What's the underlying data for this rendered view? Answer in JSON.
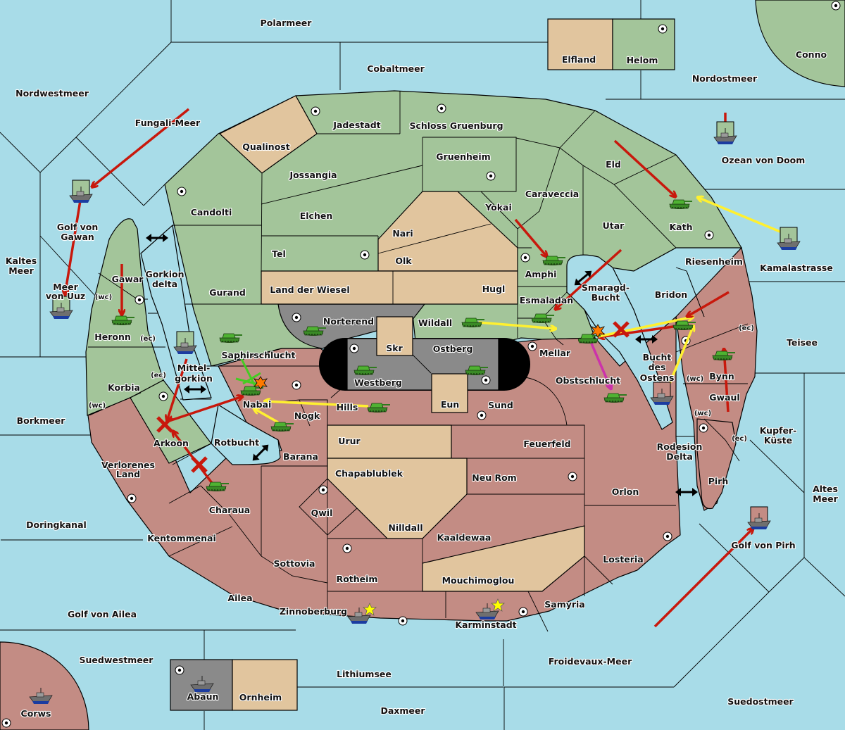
{
  "colors": {
    "sea": "#a8dce8",
    "power_green": "#a3c59a",
    "power_red": "#c38c84",
    "power_grey": "#8a8a8a",
    "neutral": "#e1c59e",
    "impassable": "#000000",
    "order_red": "#c8180c",
    "order_yellow": "#fff030",
    "order_green": "#44cc22",
    "order_magenta": "#cc33aa",
    "supply_center": "#ffffff",
    "star": "#ffff00"
  },
  "sea_labels": [
    {
      "id": "polarmeer",
      "text": "Polarmeer"
    },
    {
      "id": "cobaltmeer",
      "text": "Cobaltmeer"
    },
    {
      "id": "nordwestmeer",
      "text": "Nordwestmeer"
    },
    {
      "id": "fungali-meer",
      "text": "Fungali-Meer"
    },
    {
      "id": "nordostmeer",
      "text": "Nordostmeer"
    },
    {
      "id": "ozean-von-doom",
      "text": "Ozean von Doom"
    },
    {
      "id": "golf-von-gawan-1",
      "text": "Golf von"
    },
    {
      "id": "golf-von-gawan-2",
      "text": "Gawan"
    },
    {
      "id": "kaltes-meer-1",
      "text": "Kaltes"
    },
    {
      "id": "kaltes-meer-2",
      "text": "Meer"
    },
    {
      "id": "meer-von-uuz-1",
      "text": "Meer"
    },
    {
      "id": "meer-von-uuz-2",
      "text": "von Uuz"
    },
    {
      "id": "gorkion-delta-1",
      "text": "Gorkion"
    },
    {
      "id": "gorkion-delta-2",
      "text": "delta"
    },
    {
      "id": "mittelgorkion-1",
      "text": "Mittel-"
    },
    {
      "id": "mittelgorkion-2",
      "text": "gorkion"
    },
    {
      "id": "borkmeer",
      "text": "Borkmeer"
    },
    {
      "id": "rotbucht",
      "text": "Rotbucht"
    },
    {
      "id": "doringkanal",
      "text": "Doringkanal"
    },
    {
      "id": "golf-von-ailea",
      "text": "Golf von Ailea"
    },
    {
      "id": "suedwestmeer",
      "text": "Suedwestmeer"
    },
    {
      "id": "lithiumsee",
      "text": "Lithiumsee"
    },
    {
      "id": "daxmeer",
      "text": "Daxmeer"
    },
    {
      "id": "froidevaux-meer",
      "text": "Froidevaux-Meer"
    },
    {
      "id": "suedostmeer",
      "text": "Suedostmeer"
    },
    {
      "id": "golf-von-pirh",
      "text": "Golf von Pirh"
    },
    {
      "id": "altes-meer-1",
      "text": "Altes"
    },
    {
      "id": "altes-meer-2",
      "text": "Meer"
    },
    {
      "id": "kupfer-kueste-1",
      "text": "Kupfer-"
    },
    {
      "id": "kupfer-kueste-2",
      "text": "Küste"
    },
    {
      "id": "teisee",
      "text": "Teisee"
    },
    {
      "id": "kamalastrasse",
      "text": "Kamalastrasse"
    },
    {
      "id": "rodesion-delta-1",
      "text": "Rodesion"
    },
    {
      "id": "rodesion-delta-2",
      "text": "Delta"
    },
    {
      "id": "bucht-des-ostens-1",
      "text": "Bucht"
    },
    {
      "id": "bucht-des-ostens-2",
      "text": "des"
    },
    {
      "id": "bucht-des-ostens-3",
      "text": "Ostens"
    },
    {
      "id": "smaragd-bucht-1",
      "text": "Smaragd-"
    },
    {
      "id": "smaragd-bucht-2",
      "text": "Bucht"
    }
  ],
  "land_labels": [
    {
      "id": "elfland",
      "text": "Elfland"
    },
    {
      "id": "helom",
      "text": "Helom"
    },
    {
      "id": "conno",
      "text": "Conno"
    },
    {
      "id": "jadestadt",
      "text": "Jadestadt"
    },
    {
      "id": "schloss-gruenburg",
      "text": "Schloss Gruenburg"
    },
    {
      "id": "qualinost",
      "text": "Qualinost"
    },
    {
      "id": "gruenheim",
      "text": "Gruenheim"
    },
    {
      "id": "eld",
      "text": "Eld"
    },
    {
      "id": "jossangia",
      "text": "Jossangia"
    },
    {
      "id": "caraveccia",
      "text": "Caraveccia"
    },
    {
      "id": "candolti",
      "text": "Candolti"
    },
    {
      "id": "elchen",
      "text": "Elchen"
    },
    {
      "id": "yokai",
      "text": "Yokai"
    },
    {
      "id": "utar",
      "text": "Utar"
    },
    {
      "id": "kath",
      "text": "Kath"
    },
    {
      "id": "nari",
      "text": "Nari"
    },
    {
      "id": "tel",
      "text": "Tel"
    },
    {
      "id": "olk",
      "text": "Olk"
    },
    {
      "id": "amphi",
      "text": "Amphi"
    },
    {
      "id": "riesenheim",
      "text": "Riesenheim"
    },
    {
      "id": "gawar",
      "text": "Gawar"
    },
    {
      "id": "gurand",
      "text": "Gurand"
    },
    {
      "id": "land-der-wiesel",
      "text": "Land der Wiesel"
    },
    {
      "id": "hugl",
      "text": "Hugl"
    },
    {
      "id": "bridon",
      "text": "Bridon"
    },
    {
      "id": "esmaladan",
      "text": "Esmaladan"
    },
    {
      "id": "norterend",
      "text": "Norterend"
    },
    {
      "id": "wildall",
      "text": "Wildall"
    },
    {
      "id": "heronn",
      "text": "Heronn"
    },
    {
      "id": "skr",
      "text": "Skr"
    },
    {
      "id": "ostberg",
      "text": "Ostberg"
    },
    {
      "id": "mellar",
      "text": "Mellar"
    },
    {
      "id": "saphirschlucht",
      "text": "Saphirschlucht"
    },
    {
      "id": "westberg",
      "text": "Westberg"
    },
    {
      "id": "obstschlucht",
      "text": "Obstschlucht"
    },
    {
      "id": "korbia",
      "text": "Korbia"
    },
    {
      "id": "nabai",
      "text": "Nabai"
    },
    {
      "id": "bynn",
      "text": "Bynn"
    },
    {
      "id": "eun",
      "text": "Eun"
    },
    {
      "id": "hills",
      "text": "Hills"
    },
    {
      "id": "sund",
      "text": "Sund"
    },
    {
      "id": "gwaul",
      "text": "Gwaul"
    },
    {
      "id": "nogk",
      "text": "Nogk"
    },
    {
      "id": "arkoon",
      "text": "Arkoon"
    },
    {
      "id": "urur",
      "text": "Urur"
    },
    {
      "id": "feuerfeld",
      "text": "Feuerfeld"
    },
    {
      "id": "barana",
      "text": "Barana"
    },
    {
      "id": "verlorenes-land-1",
      "text": "Verlorenes"
    },
    {
      "id": "verlorenes-land-2",
      "text": "Land"
    },
    {
      "id": "chapablublek",
      "text": "Chapablublek"
    },
    {
      "id": "neu-rom",
      "text": "Neu Rom"
    },
    {
      "id": "orlon",
      "text": "Orlon"
    },
    {
      "id": "pirh",
      "text": "Pirh"
    },
    {
      "id": "charaua",
      "text": "Charaua"
    },
    {
      "id": "qwil",
      "text": "Qwil"
    },
    {
      "id": "nilldall",
      "text": "Nilldall"
    },
    {
      "id": "kentommenai",
      "text": "Kentommenai"
    },
    {
      "id": "kaaldewaa",
      "text": "Kaaldewaa"
    },
    {
      "id": "losteria",
      "text": "Losteria"
    },
    {
      "id": "sottovia",
      "text": "Sottovia"
    },
    {
      "id": "rotheim",
      "text": "Rotheim"
    },
    {
      "id": "mouchimoglou",
      "text": "Mouchimoglou"
    },
    {
      "id": "ailea",
      "text": "Ailea"
    },
    {
      "id": "samyria",
      "text": "Samyria"
    },
    {
      "id": "zinnoberburg",
      "text": "Zinnoberburg"
    },
    {
      "id": "karminstadt",
      "text": "Karminstadt"
    },
    {
      "id": "abaun",
      "text": "Abaun"
    },
    {
      "id": "ornheim",
      "text": "Ornheim"
    },
    {
      "id": "corws",
      "text": "Corws"
    }
  ],
  "coast_labels": [
    {
      "id": "gawar-wc",
      "text": "(wc)"
    },
    {
      "id": "heronn-ec",
      "text": "(ec)"
    },
    {
      "id": "korbia-ec",
      "text": "(ec)"
    },
    {
      "id": "korbia-wc",
      "text": "(wc)"
    },
    {
      "id": "bridon-ec",
      "text": "(ec)"
    },
    {
      "id": "bynn-wc",
      "text": "(wc)"
    },
    {
      "id": "gwaul-wc",
      "text": "(wc)"
    },
    {
      "id": "pirh-ec",
      "text": "(ec)"
    }
  ],
  "units": [
    {
      "type": "fleet",
      "territory": "Golf von Gawan",
      "owner": "green"
    },
    {
      "type": "fleet",
      "territory": "Meer von Uuz",
      "owner": "green"
    },
    {
      "type": "fleet",
      "territory": "Mittelgorkion",
      "owner": "green"
    },
    {
      "type": "fleet",
      "territory": "Ozean von Doom",
      "owner": "green"
    },
    {
      "type": "fleet",
      "territory": "Kamalastrasse",
      "owner": "green"
    },
    {
      "type": "fleet",
      "territory": "Bucht des Ostens",
      "owner": "red"
    },
    {
      "type": "fleet",
      "territory": "Golf von Pirh",
      "owner": "red"
    },
    {
      "type": "fleet",
      "territory": "Zinnoberburg",
      "owner": "red",
      "built": true
    },
    {
      "type": "fleet",
      "territory": "Karminstadt",
      "owner": "red",
      "built": true
    },
    {
      "type": "fleet",
      "territory": "Abaun",
      "owner": "grey"
    },
    {
      "type": "fleet",
      "territory": "Corws",
      "owner": "red"
    },
    {
      "type": "army",
      "territory": "Heronn"
    },
    {
      "type": "army",
      "territory": "Saphirschlucht"
    },
    {
      "type": "army",
      "territory": "Norterend"
    },
    {
      "type": "army",
      "territory": "Nabai",
      "dislodged": true
    },
    {
      "type": "army",
      "territory": "Nogk"
    },
    {
      "type": "army",
      "territory": "Hills"
    },
    {
      "type": "army",
      "territory": "Westberg"
    },
    {
      "type": "army",
      "territory": "Ostberg"
    },
    {
      "type": "army",
      "territory": "Wildall"
    },
    {
      "type": "army",
      "territory": "Esmaladan"
    },
    {
      "type": "army",
      "territory": "Mellar",
      "dislodged": true
    },
    {
      "type": "army",
      "territory": "Obstschlucht"
    },
    {
      "type": "army",
      "territory": "Amphi"
    },
    {
      "type": "army",
      "territory": "Kath"
    },
    {
      "type": "army",
      "territory": "Bridon"
    },
    {
      "type": "army",
      "territory": "Bynn"
    },
    {
      "type": "army",
      "territory": "Charaua"
    }
  ],
  "orders": [
    {
      "kind": "move",
      "color": "red",
      "from": "Fungali-Meer",
      "to": "Golf von Gawan"
    },
    {
      "kind": "move",
      "color": "red",
      "from": "Golf von Gawan",
      "to": "Meer von Uuz"
    },
    {
      "kind": "move",
      "color": "red",
      "from": "Gawar",
      "to": "Heronn"
    },
    {
      "kind": "move",
      "color": "red",
      "from": "Mittelgorkion",
      "to": "Arkoon",
      "failed": true
    },
    {
      "kind": "move",
      "color": "red",
      "from": "Arkoon",
      "to": "Nabai"
    },
    {
      "kind": "move",
      "color": "red",
      "from": "Charaua",
      "to": "Arkoon",
      "failed": true
    },
    {
      "kind": "support",
      "color": "green",
      "from": "Saphirschlucht",
      "to": "Nabai",
      "failed": true
    },
    {
      "kind": "support",
      "color": "yellow",
      "from": "Hills",
      "to": "Nabai"
    },
    {
      "kind": "support",
      "color": "yellow",
      "from": "Nogk",
      "to": "Nabai"
    },
    {
      "kind": "move",
      "color": "red",
      "from": "Nordostmeer",
      "to": "Ozean von Doom"
    },
    {
      "kind": "move",
      "color": "red",
      "from": "Eld",
      "to": "Kath"
    },
    {
      "kind": "support",
      "color": "yellow",
      "from": "Kamalastrasse",
      "to": "Kath"
    },
    {
      "kind": "move",
      "color": "red",
      "from": "Yokai",
      "to": "Amphi"
    },
    {
      "kind": "move",
      "color": "red",
      "from": "Smaragd-Bucht",
      "to": "Esmaladan"
    },
    {
      "kind": "support",
      "color": "yellow",
      "from": "Wildall",
      "to": "Mellar"
    },
    {
      "kind": "move",
      "color": "red",
      "from": "Bridon",
      "to": "Mellar"
    },
    {
      "kind": "support",
      "color": "yellow",
      "from": "Mellar",
      "to": "Bridon",
      "failed": true
    },
    {
      "kind": "move",
      "color": "red",
      "from": "Riesenheim",
      "to": "Bridon"
    },
    {
      "kind": "support",
      "color": "yellow",
      "from": "Bucht des Ostens",
      "to": "Bridon"
    },
    {
      "kind": "retreat",
      "color": "magenta",
      "from": "Mellar",
      "to": "Obstschlucht"
    },
    {
      "kind": "move",
      "color": "red",
      "from": "Gwaul",
      "to": "Bynn"
    },
    {
      "kind": "move",
      "color": "red",
      "from": "Froidevaux-Meer",
      "to": "Golf von Pirh"
    },
    {
      "kind": "convoy_link",
      "color": "black",
      "between": [
        "Gawar",
        "Candolti"
      ]
    },
    {
      "kind": "convoy_link",
      "color": "black",
      "between": [
        "Korbia",
        "Nabai"
      ]
    },
    {
      "kind": "convoy_link",
      "color": "black",
      "between": [
        "Nabai",
        "Barana"
      ]
    },
    {
      "kind": "convoy_link",
      "color": "black",
      "between": [
        "Amphi",
        "Smaragd-Bucht"
      ]
    },
    {
      "kind": "convoy_link",
      "color": "black",
      "between": [
        "Mellar",
        "Bridon"
      ]
    },
    {
      "kind": "convoy_link",
      "color": "black",
      "between": [
        "Orlon",
        "Pirh"
      ]
    }
  ],
  "icons": {
    "supply_center": "supply-center-icon",
    "army": "tank-icon",
    "fleet": "battleship-icon",
    "build": "star-icon",
    "dislodged": "explosion-icon",
    "failed": "cross-icon",
    "connection": "double-arrow-icon"
  }
}
